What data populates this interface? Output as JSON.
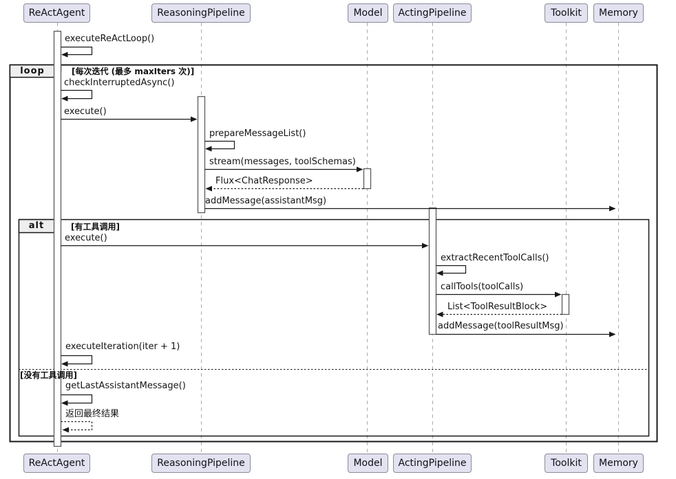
{
  "diagram": {
    "type": "uml-sequence-diagram",
    "participants": [
      {
        "name": "ReActAgent"
      },
      {
        "name": "ReasoningPipeline"
      },
      {
        "name": "Model"
      },
      {
        "name": "ActingPipeline"
      },
      {
        "name": "Toolkit"
      },
      {
        "name": "Memory"
      }
    ],
    "frames": {
      "loop": {
        "keyword": "loop",
        "guard": "[每次迭代 (最多 maxIters 次)]"
      },
      "alt": {
        "keyword": "alt",
        "guard": "[有工具调用]",
        "else_guard": "[没有工具调用]"
      }
    },
    "messages": [
      {
        "label": "executeReActLoop()",
        "from": "ReActAgent",
        "to": "ReActAgent",
        "style": "self-solid"
      },
      {
        "label": "checkInterruptedAsync()",
        "from": "ReActAgent",
        "to": "ReActAgent",
        "style": "self-solid"
      },
      {
        "label": "execute()",
        "from": "ReActAgent",
        "to": "ReasoningPipeline",
        "style": "solid"
      },
      {
        "label": "prepareMessageList()",
        "from": "ReasoningPipeline",
        "to": "ReasoningPipeline",
        "style": "self-solid"
      },
      {
        "label": "stream(messages, toolSchemas)",
        "from": "ReasoningPipeline",
        "to": "Model",
        "style": "solid"
      },
      {
        "label": "Flux<ChatResponse>",
        "from": "Model",
        "to": "ReasoningPipeline",
        "style": "dashed-return"
      },
      {
        "label": "addMessage(assistantMsg)",
        "from": "ReasoningPipeline",
        "to": "Memory",
        "style": "solid"
      },
      {
        "label": "execute()",
        "from": "ReActAgent",
        "to": "ActingPipeline",
        "style": "solid"
      },
      {
        "label": "extractRecentToolCalls()",
        "from": "ActingPipeline",
        "to": "ActingPipeline",
        "style": "self-solid"
      },
      {
        "label": "callTools(toolCalls)",
        "from": "ActingPipeline",
        "to": "Toolkit",
        "style": "solid"
      },
      {
        "label": "List<ToolResultBlock>",
        "from": "Toolkit",
        "to": "ActingPipeline",
        "style": "dashed-return"
      },
      {
        "label": "addMessage(toolResultMsg)",
        "from": "ActingPipeline",
        "to": "Memory",
        "style": "solid"
      },
      {
        "label": "executeIteration(iter + 1)",
        "from": "ReActAgent",
        "to": "ReActAgent",
        "style": "self-solid"
      },
      {
        "label": "getLastAssistantMessage()",
        "from": "ReActAgent",
        "to": "ReActAgent",
        "style": "self-solid"
      },
      {
        "label": "返回最终结果",
        "from": "ReActAgent",
        "to": "ReActAgent",
        "style": "self-dashed-return"
      }
    ],
    "colors": {
      "participant_fill": "#E2E2F0",
      "participant_border": "#8A8A99",
      "frame_border": "#181818",
      "frame_label_fill": "#EEEEEE",
      "arrow": "#181818",
      "lifeline": "#AAAAAA",
      "activation_fill": "#FFFFFF",
      "activation_border": "#5A5A5A"
    }
  }
}
